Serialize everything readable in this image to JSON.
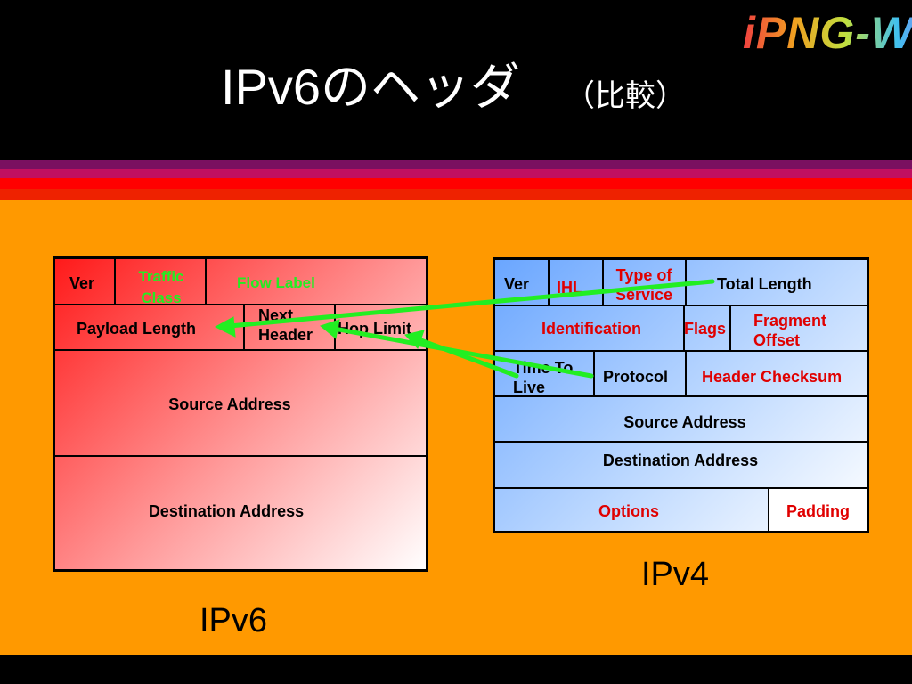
{
  "slide": {
    "title": "IPv6のヘッダ",
    "subtitle": "（比較）",
    "logo": "iPNG-WG"
  },
  "stripes": [
    "#7a1060",
    "#c01060",
    "#ff0000",
    "#ee2200"
  ],
  "ipv6": {
    "label": "IPv6",
    "fields": {
      "ver": "Ver",
      "traffic_class": "Traffic Class",
      "flow_label": "Flow Label",
      "payload_length": "Payload Length",
      "next_header": "Next Header",
      "hop_limit": "Hop Limit",
      "source_address": "Source Address",
      "destination_address": "Destination Address"
    }
  },
  "ipv4": {
    "label": "IPv4",
    "fields": {
      "ver": "Ver",
      "ihl": "IHL",
      "type_of_service": "Type of Service",
      "total_length": "Total Length",
      "identification": "Identification",
      "flags": "Flags",
      "fragment_offset": "Fragment Offset",
      "time_to_live": "Time To Live",
      "protocol": "Protocol",
      "header_checksum": "Header Checksum",
      "source_address": "Source Address",
      "destination_address": "Destination Address",
      "options": "Options",
      "padding": "Padding"
    }
  },
  "colors": {
    "background": "#000000",
    "content": "#ff9900",
    "removed_field": "#e00000",
    "renamed_field": "#22ee22",
    "arrow": "#22ee22"
  }
}
